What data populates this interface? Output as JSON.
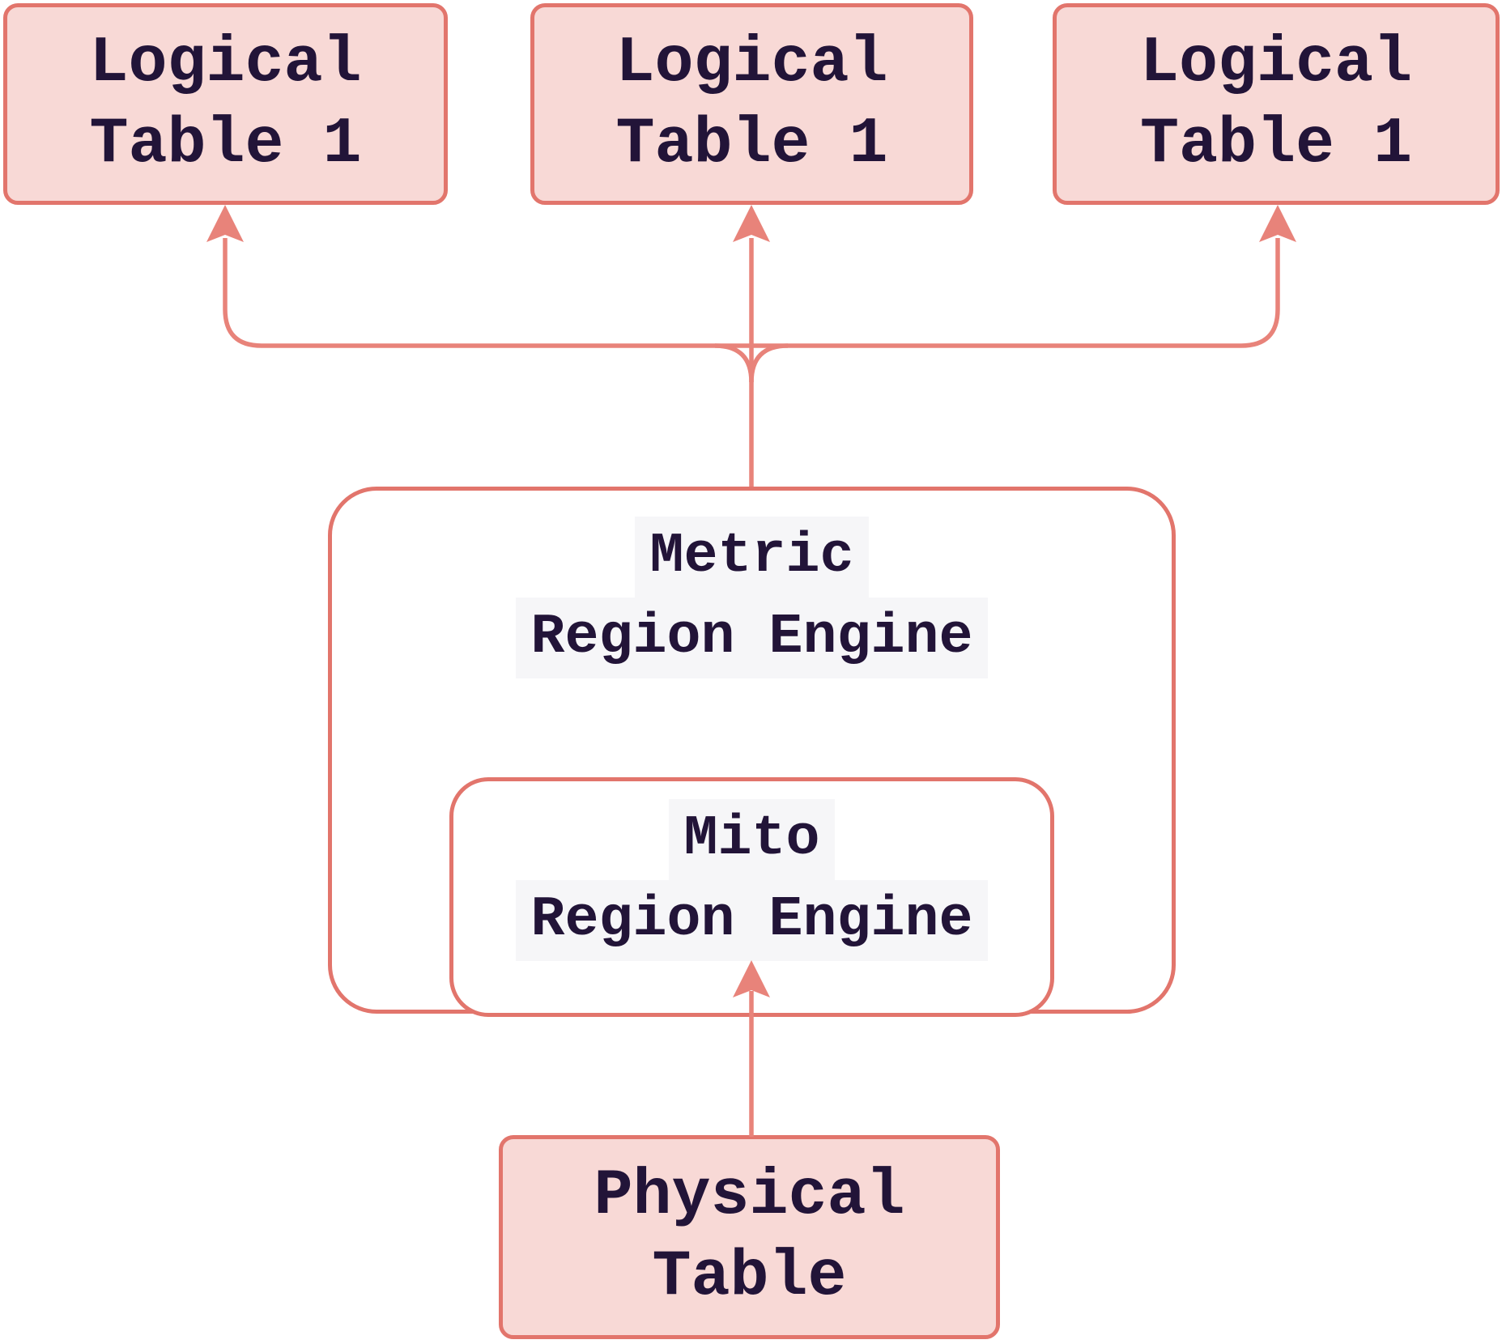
{
  "colors": {
    "background": "#ffffff",
    "accent": "#e8837a",
    "node_fill": "#f8d9d6",
    "node_border": "#e2756c",
    "text": "#221438",
    "label_bg": "#f6f6f8"
  },
  "nodes": {
    "logical_table_a": {
      "line1": "Logical",
      "line2": "Table 1"
    },
    "logical_table_b": {
      "line1": "Logical",
      "line2": "Table 1"
    },
    "logical_table_c": {
      "line1": "Logical",
      "line2": "Table 1"
    },
    "metric_region_engine": {
      "line1": "Metric",
      "line2": "Region Engine"
    },
    "mito_region_engine": {
      "line1": "Mito",
      "line2": "Region Engine"
    },
    "physical_table": {
      "line1": "Physical",
      "line2": "Table"
    }
  },
  "edges": [
    {
      "from": "metric_region_engine",
      "to": "logical_table_a"
    },
    {
      "from": "metric_region_engine",
      "to": "logical_table_b"
    },
    {
      "from": "metric_region_engine",
      "to": "logical_table_c"
    },
    {
      "from": "physical_table",
      "to": "mito_region_engine"
    }
  ]
}
